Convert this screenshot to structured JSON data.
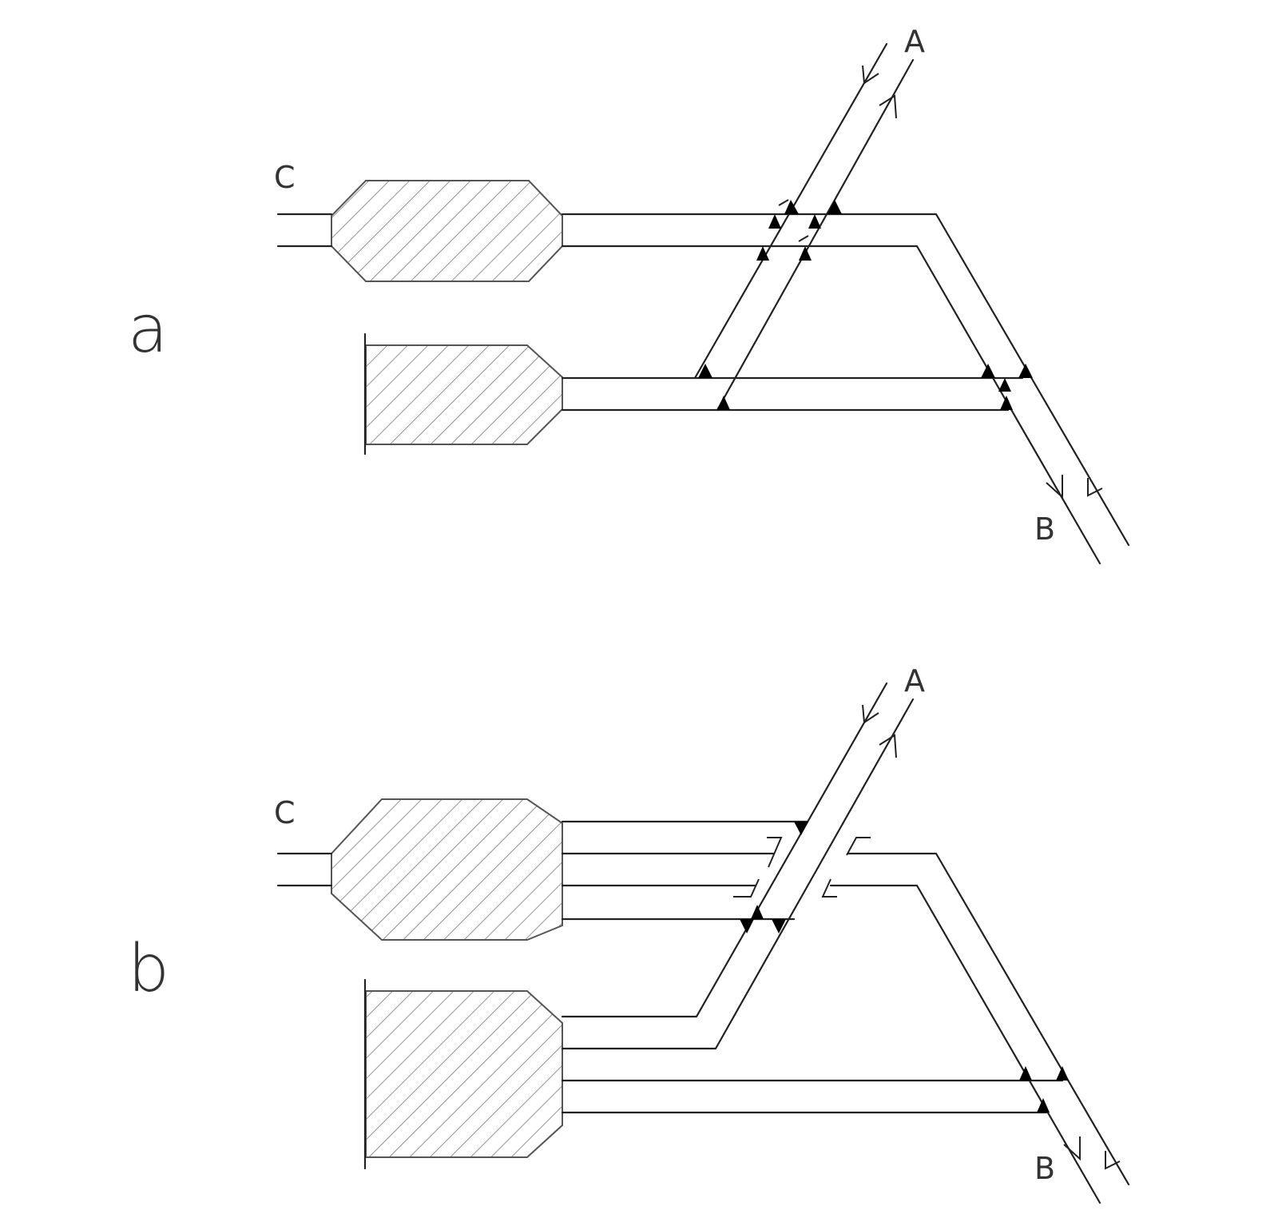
{
  "colors": {
    "line": "#222222",
    "fill": "#000000",
    "background": "#ffffff"
  },
  "diagram_a": {
    "panel_label": "a",
    "label_a": "A",
    "label_b": "B",
    "label_c": "C"
  },
  "diagram_b": {
    "panel_label": "b",
    "label_a": "A",
    "label_b": "B",
    "label_c": "C"
  }
}
